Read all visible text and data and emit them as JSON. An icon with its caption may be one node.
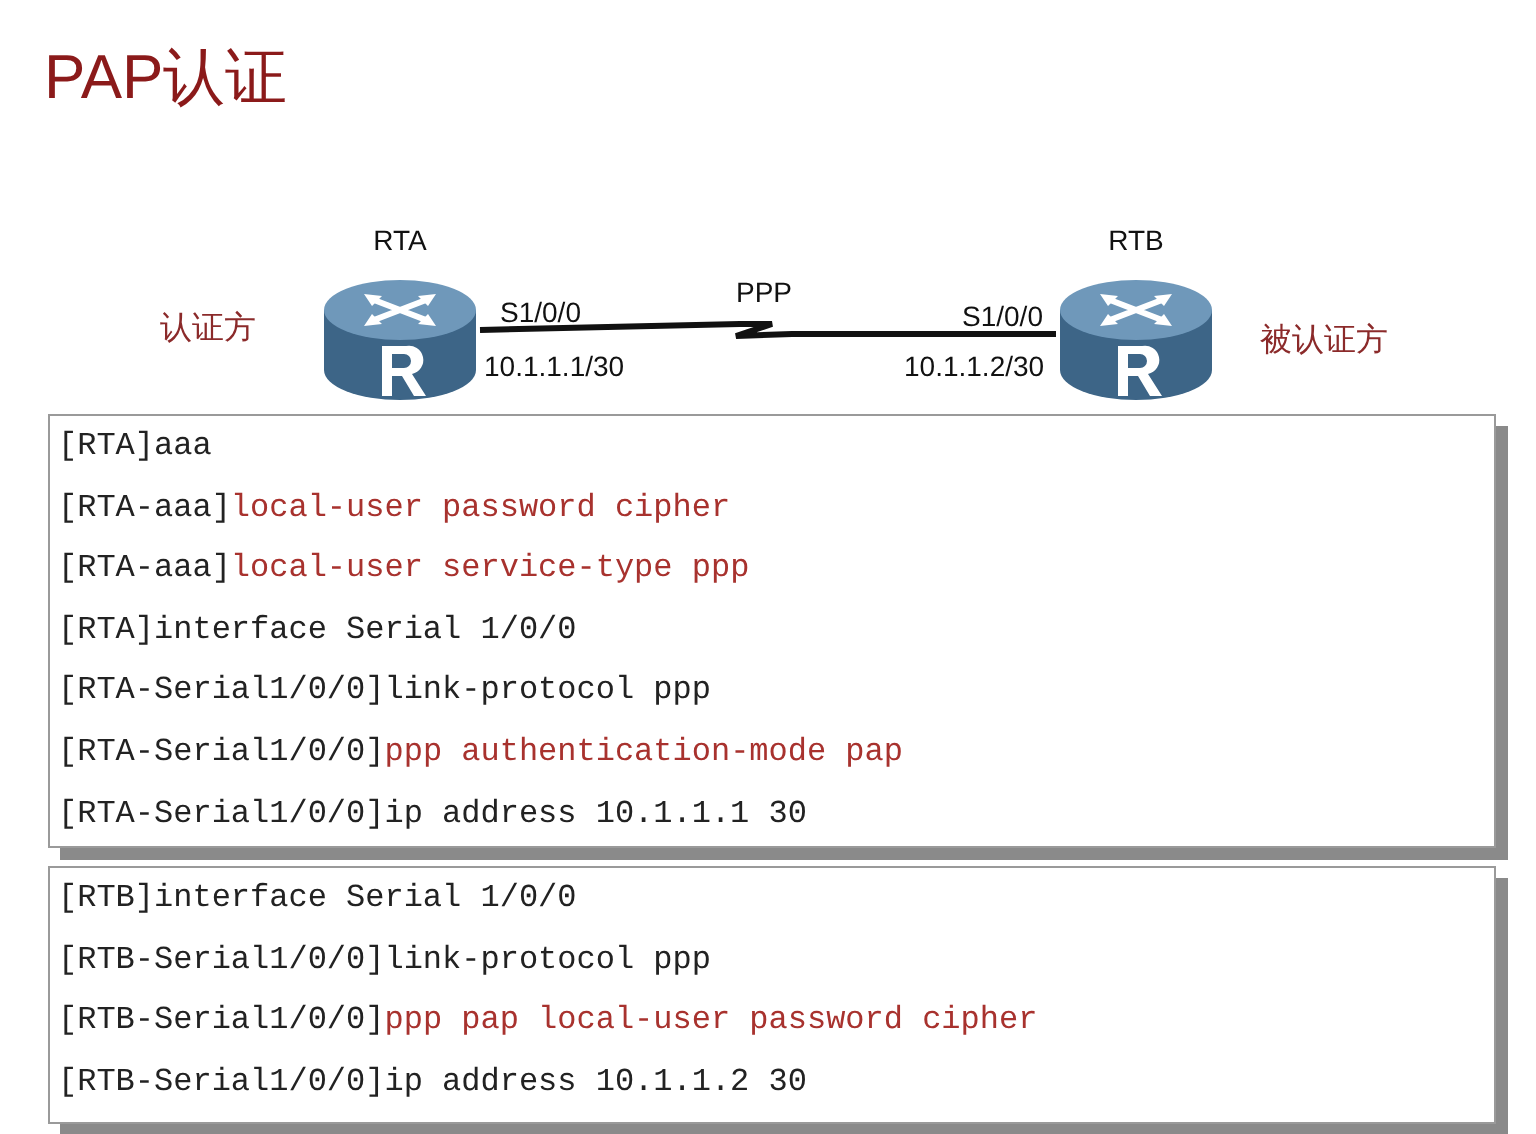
{
  "diagram": {
    "title": "PAP认证",
    "nodes": [
      {
        "text": [
          "RTA"
        ],
        "beside": [
          "认证方"
        ]
      },
      {
        "text": [
          "RTB"
        ],
        "beside": [
          "被认证方"
        ]
      },
      {
        "text": [
          "[RTA]aaa",
          "[RTA-aaa]local-user password cipher",
          "[RTA-aaa]local-user service-type ppp",
          "[RTA]interface Serial 1/0/0",
          "[RTA-Serial1/0/0]link-protocol ppp",
          "[RTA-Serial1/0/0]ppp authentication-mode pap",
          "[RTA-Serial1/0/0]ip address 10.1.1.1 30"
        ]
      },
      {
        "text": [
          "[RTB]interface Serial 1/0/0",
          "[RTB-Serial1/0/0]link-protocol ppp",
          "[RTB-Serial1/0/0]ppp pap local-user password cipher",
          "[RTB-Serial1/0/0]ip address 10.1.1.2 30"
        ]
      }
    ],
    "edges": [
      {
        "from": 0,
        "to": 1,
        "arrow": "none",
        "label": "PPP"
      }
    ],
    "labels": [
      "S1/0/0",
      "10.1.1.1/30",
      "S1/0/0",
      "10.1.1.2/30"
    ]
  }
}
